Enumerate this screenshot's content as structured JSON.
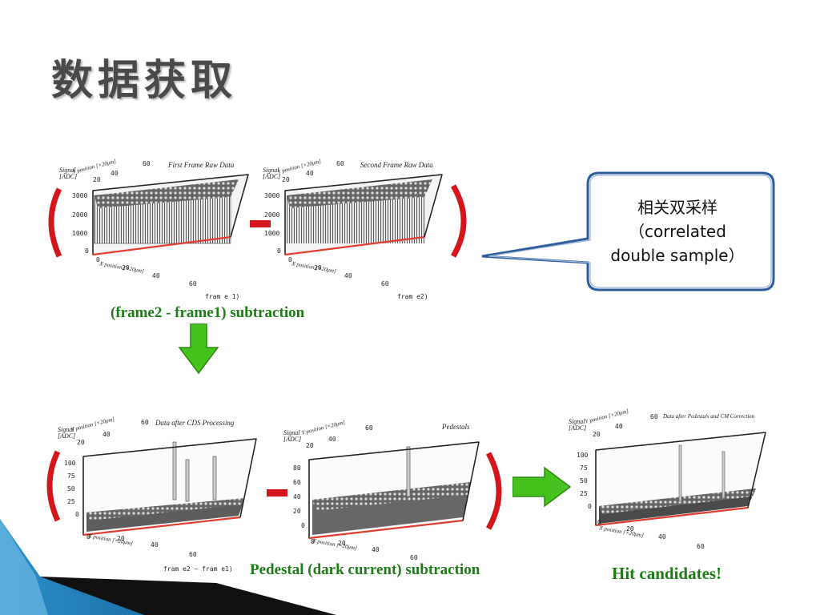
{
  "slide": {
    "title": "数据获取"
  },
  "callout": {
    "line1": "相关双采样",
    "line2": "（correlated",
    "line3": "double sample）"
  },
  "plots": {
    "p1": {
      "title": "First Frame Raw Data",
      "ylabel": "Signal",
      "yunit": "[ADC]",
      "xaxis": "X position [×20μm]",
      "yaxis": "Y position [×20μm]",
      "zticks": [
        "3000",
        "2000",
        "1000",
        "0"
      ],
      "xticks": [
        "0",
        "20",
        "40",
        "60"
      ],
      "yticks": [
        "20",
        "40",
        "60"
      ],
      "foot": "fram e 1)"
    },
    "p2": {
      "title": "Second Frame Raw Data",
      "ylabel": "Signal",
      "yunit": "[ADC]",
      "xaxis": "X position [×20μm]",
      "yaxis": "Y position [×20μm]",
      "zticks": [
        "3000",
        "2000",
        "1000",
        "0"
      ],
      "xticks": [
        "0",
        "20",
        "40",
        "60"
      ],
      "yticks": [
        "20",
        "40",
        "60"
      ],
      "foot": "fram e2)"
    },
    "p3": {
      "title": "Data after CDS Processing",
      "ylabel": "Signal",
      "yunit": "[ADC]",
      "xaxis": "X position [×20μm]",
      "yaxis": "Y position [×20μm]",
      "zticks": [
        "100",
        "75",
        "50",
        "25",
        "0"
      ],
      "xticks": [
        "0",
        "20",
        "40",
        "60"
      ],
      "yticks": [
        "20",
        "40",
        "60"
      ],
      "foot": "fram e2 – fram e1)"
    },
    "p4": {
      "title": "Pedestals",
      "ylabel": "Signal",
      "yunit": "[ADC]",
      "xaxis": "X position [×20μm]",
      "yaxis": "Y position [×20μm]",
      "zticks": [
        "80",
        "60",
        "40",
        "20",
        "0"
      ],
      "xticks": [
        "0",
        "20",
        "40",
        "60"
      ],
      "yticks": [
        "20",
        "40",
        "60"
      ],
      "foot": ""
    },
    "p5": {
      "title": "Data after Pedestals and CM Correction",
      "ylabel": "Signal",
      "yunit": "[ADC]",
      "xaxis": "X position [×20μm]",
      "yaxis": "Y position [×20μm]",
      "zticks": [
        "100",
        "75",
        "50",
        "25",
        "0"
      ],
      "xticks": [
        "0",
        "20",
        "40",
        "60"
      ],
      "yticks": [
        "20",
        "40",
        "60"
      ],
      "foot": ""
    }
  },
  "captions": {
    "cds": "(frame2 - frame1) subtraction",
    "pedestal": "Pedestal (dark current) subtraction",
    "hits": "Hit candidates!"
  },
  "colors": {
    "accent_red": "#d4161c",
    "arrow_green": "#46c21e",
    "caption_green": "#1d7c16",
    "band_blue": "#1f7fb6"
  }
}
